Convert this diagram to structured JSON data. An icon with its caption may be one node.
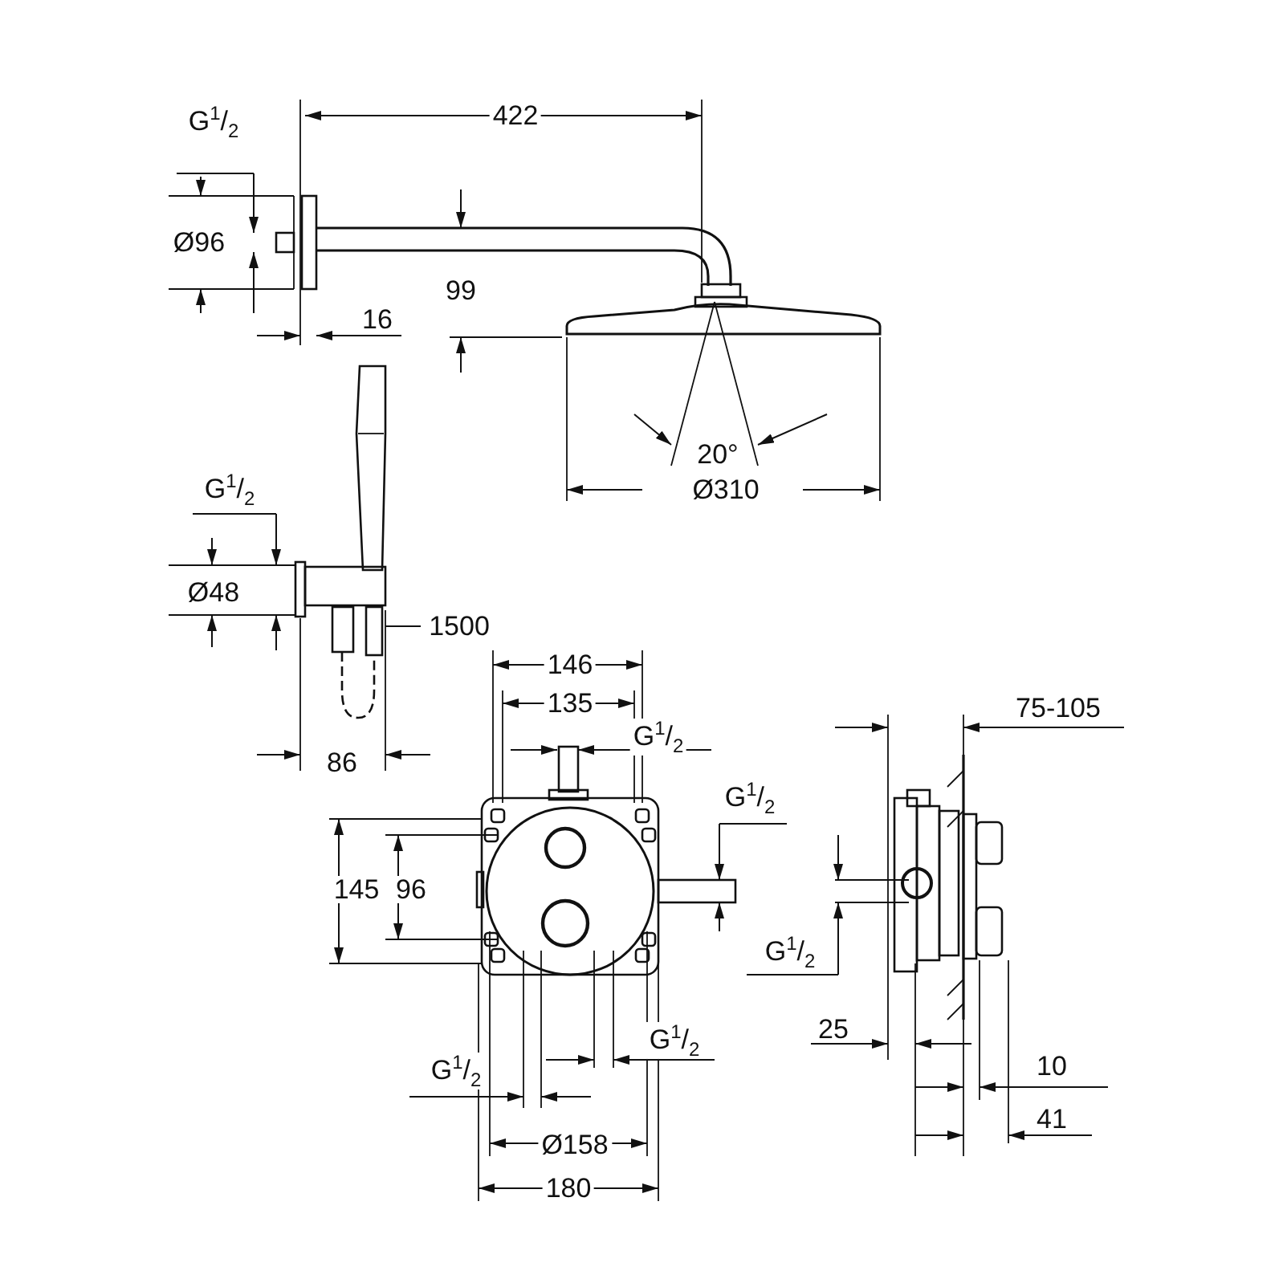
{
  "diagram": {
    "labels": [
      "G$^{1}$/$_{2}$",
      "422",
      "Ø96",
      "99",
      "16",
      "20°",
      "Ø310",
      "G$^{1}$/$_{2}$",
      "Ø48",
      "1500",
      "146",
      "135",
      "G$^{1}$/$_{2}$",
      "75-105",
      "86",
      "G$^{1}$/$_{2}$",
      "145",
      "96",
      "G$^{1}$/$_{2}$",
      "25",
      "G$^{1}$/$_{2}$",
      "10",
      "G$^{1}$/$_{2}$",
      "41",
      "Ø158",
      "180"
    ]
  }
}
